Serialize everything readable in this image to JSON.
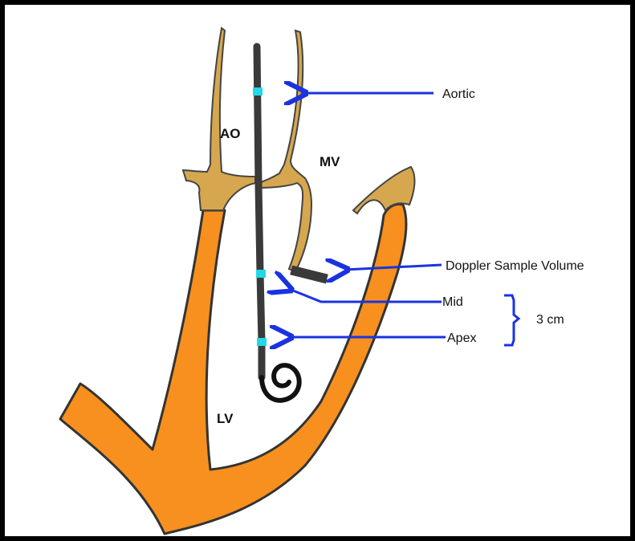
{
  "labels": {
    "ao": "AO",
    "mv": "MV",
    "lv": "LV"
  },
  "annotations": {
    "aortic": "Aortic",
    "doppler": "Doppler Sample Volume",
    "mid": "Mid",
    "apex": "Apex",
    "distance": "3 cm"
  },
  "colors": {
    "myocardium": "#f7901e",
    "valve_tissue": "#d6a74e",
    "arrow": "#1a33e0",
    "catheter": "#3a3a3a",
    "sensor": "#22d8e8",
    "outline": "#333333"
  }
}
